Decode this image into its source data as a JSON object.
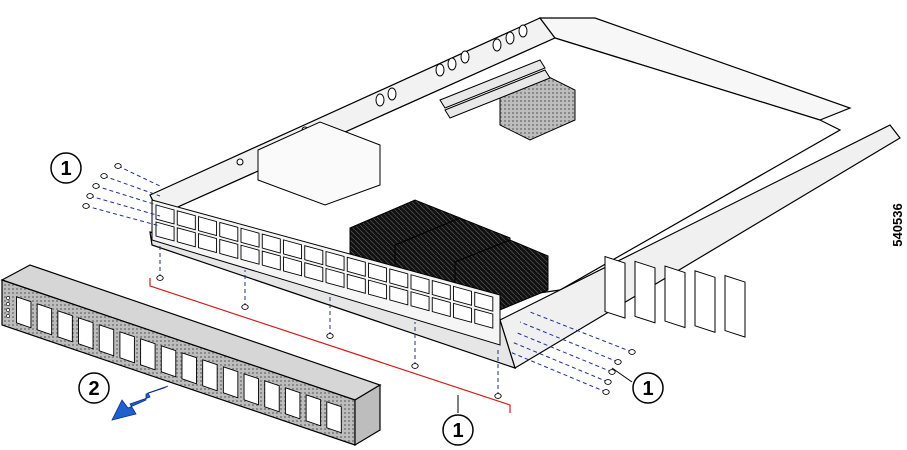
{
  "figure": {
    "id": "540536",
    "callouts": [
      {
        "label": "1"
      },
      {
        "label": "1"
      },
      {
        "label": "1"
      },
      {
        "label": "2"
      }
    ]
  },
  "colors": {
    "line": "#000000",
    "dash": "#1f2f8f",
    "red_leader": "#d0201c",
    "arrow": "#1f5fd0",
    "heatsink": "#1a1a1a"
  }
}
